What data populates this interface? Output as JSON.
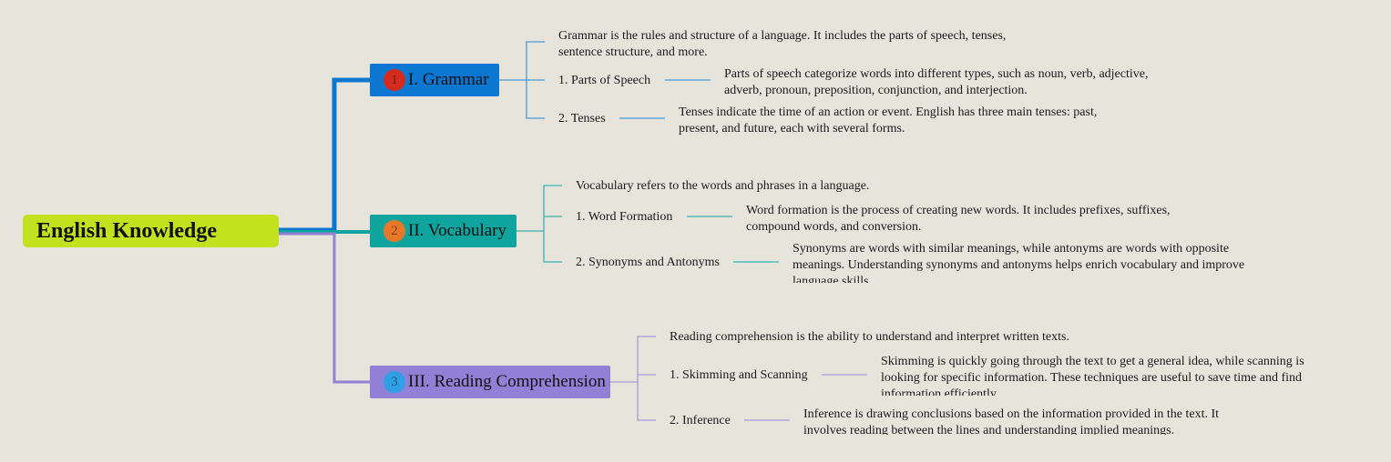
{
  "root": {
    "label": "English Knowledge"
  },
  "branches": [
    {
      "number": "1",
      "label": "I. Grammar",
      "color": "#0b77d1",
      "badge_color": "#d52a1e",
      "summary": "Grammar is the rules and structure of a language. It includes the parts of speech, tenses, sentence structure, and more.",
      "items": [
        {
          "label": "1. Parts of Speech",
          "description": "Parts of speech categorize words into different types, such as noun, verb, adjective, adverb, pronoun, preposition, conjunction, and interjection."
        },
        {
          "label": "2. Tenses",
          "description": "Tenses indicate the time of an action or event. English has three main tenses: past, present, and future, each with several forms."
        }
      ]
    },
    {
      "number": "2",
      "label": "II. Vocabulary",
      "color": "#0fa49e",
      "badge_color": "#e8772a",
      "summary": "Vocabulary refers to the words and phrases in a language.",
      "items": [
        {
          "label": "1. Word Formation",
          "description": "Word formation is the process of creating new words. It includes prefixes, suffixes, compound words, and conversion."
        },
        {
          "label": "2. Synonyms and Antonyms",
          "description": "Synonyms are words with similar meanings, while antonyms are words with opposite meanings. Understanding synonyms and antonyms helps enrich vocabulary and improve language skills."
        }
      ]
    },
    {
      "number": "3",
      "label": "III. Reading Comprehension",
      "color": "#9181d6",
      "badge_color": "#2f9fe6",
      "summary": "Reading comprehension is the ability to understand and interpret written texts.",
      "items": [
        {
          "label": "1. Skimming and Scanning",
          "description": "Skimming is quickly going through the text to get a general idea, while scanning is looking for specific information. These techniques are useful to save time and find information efficiently."
        },
        {
          "label": "2. Inference",
          "description": "Inference is drawing conclusions based on the information provided in the text. It involves reading between the lines and understanding implied meanings."
        }
      ]
    }
  ]
}
